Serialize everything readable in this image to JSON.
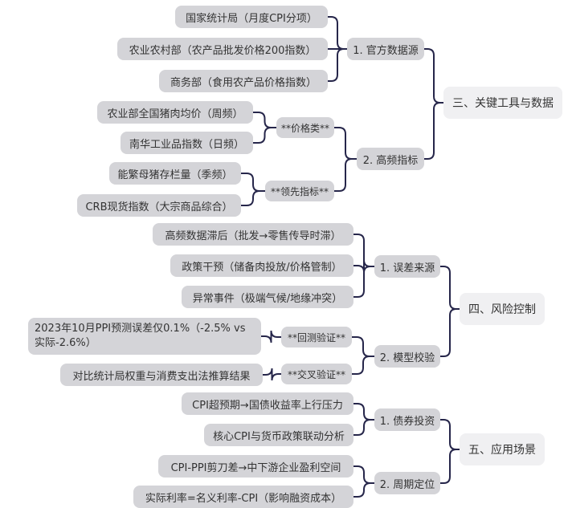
{
  "sections": [
    {
      "root": "三、关键工具与数据",
      "groups": [
        {
          "label": "1. 官方数据源",
          "leaves": [
            "国家统计局（月度CPI分项）",
            "农业农村部（农产品批发价格200指数）",
            "商务部（食用农产品价格指数）"
          ]
        },
        {
          "label": "2. 高频指标",
          "subgroups": [
            {
              "label": "**价格类**",
              "leaves": [
                "农业部全国猪肉均价（周频）",
                "南华工业品指数（日频）"
              ]
            },
            {
              "label": "**领先指标**",
              "leaves": [
                "能繁母猪存栏量（季频）",
                "CRB现货指数（大宗商品综合）"
              ]
            }
          ]
        }
      ]
    },
    {
      "root": "四、风险控制",
      "groups": [
        {
          "label": "1. 误差来源",
          "leaves": [
            "高频数据滞后（批发→零售传导时滞）",
            "政策干预（储备肉投放/价格管制）",
            "异常事件（极端气候/地缘冲突）"
          ]
        },
        {
          "label": "2. 模型校验",
          "subgroups": [
            {
              "label": "**回测验证**",
              "leaves": [
                "2023年10月PPI预测误差仅0.1%（-2.5% vs 实际-2.6%）"
              ]
            },
            {
              "label": "**交叉验证**",
              "leaves": [
                "对比统计局权重与消费支出法推算结果"
              ]
            }
          ]
        }
      ]
    },
    {
      "root": "五、应用场景",
      "groups": [
        {
          "label": "1. 债券投资",
          "leaves": [
            "CPI超预期→国债收益率上行压力",
            "核心CPI与货币政策联动分析"
          ]
        },
        {
          "label": "2. 周期定位",
          "leaves": [
            "CPI-PPI剪刀差→中下游企业盈利空间",
            "实际利率=名义利率-CPI（影响融资成本）"
          ]
        }
      ]
    }
  ]
}
